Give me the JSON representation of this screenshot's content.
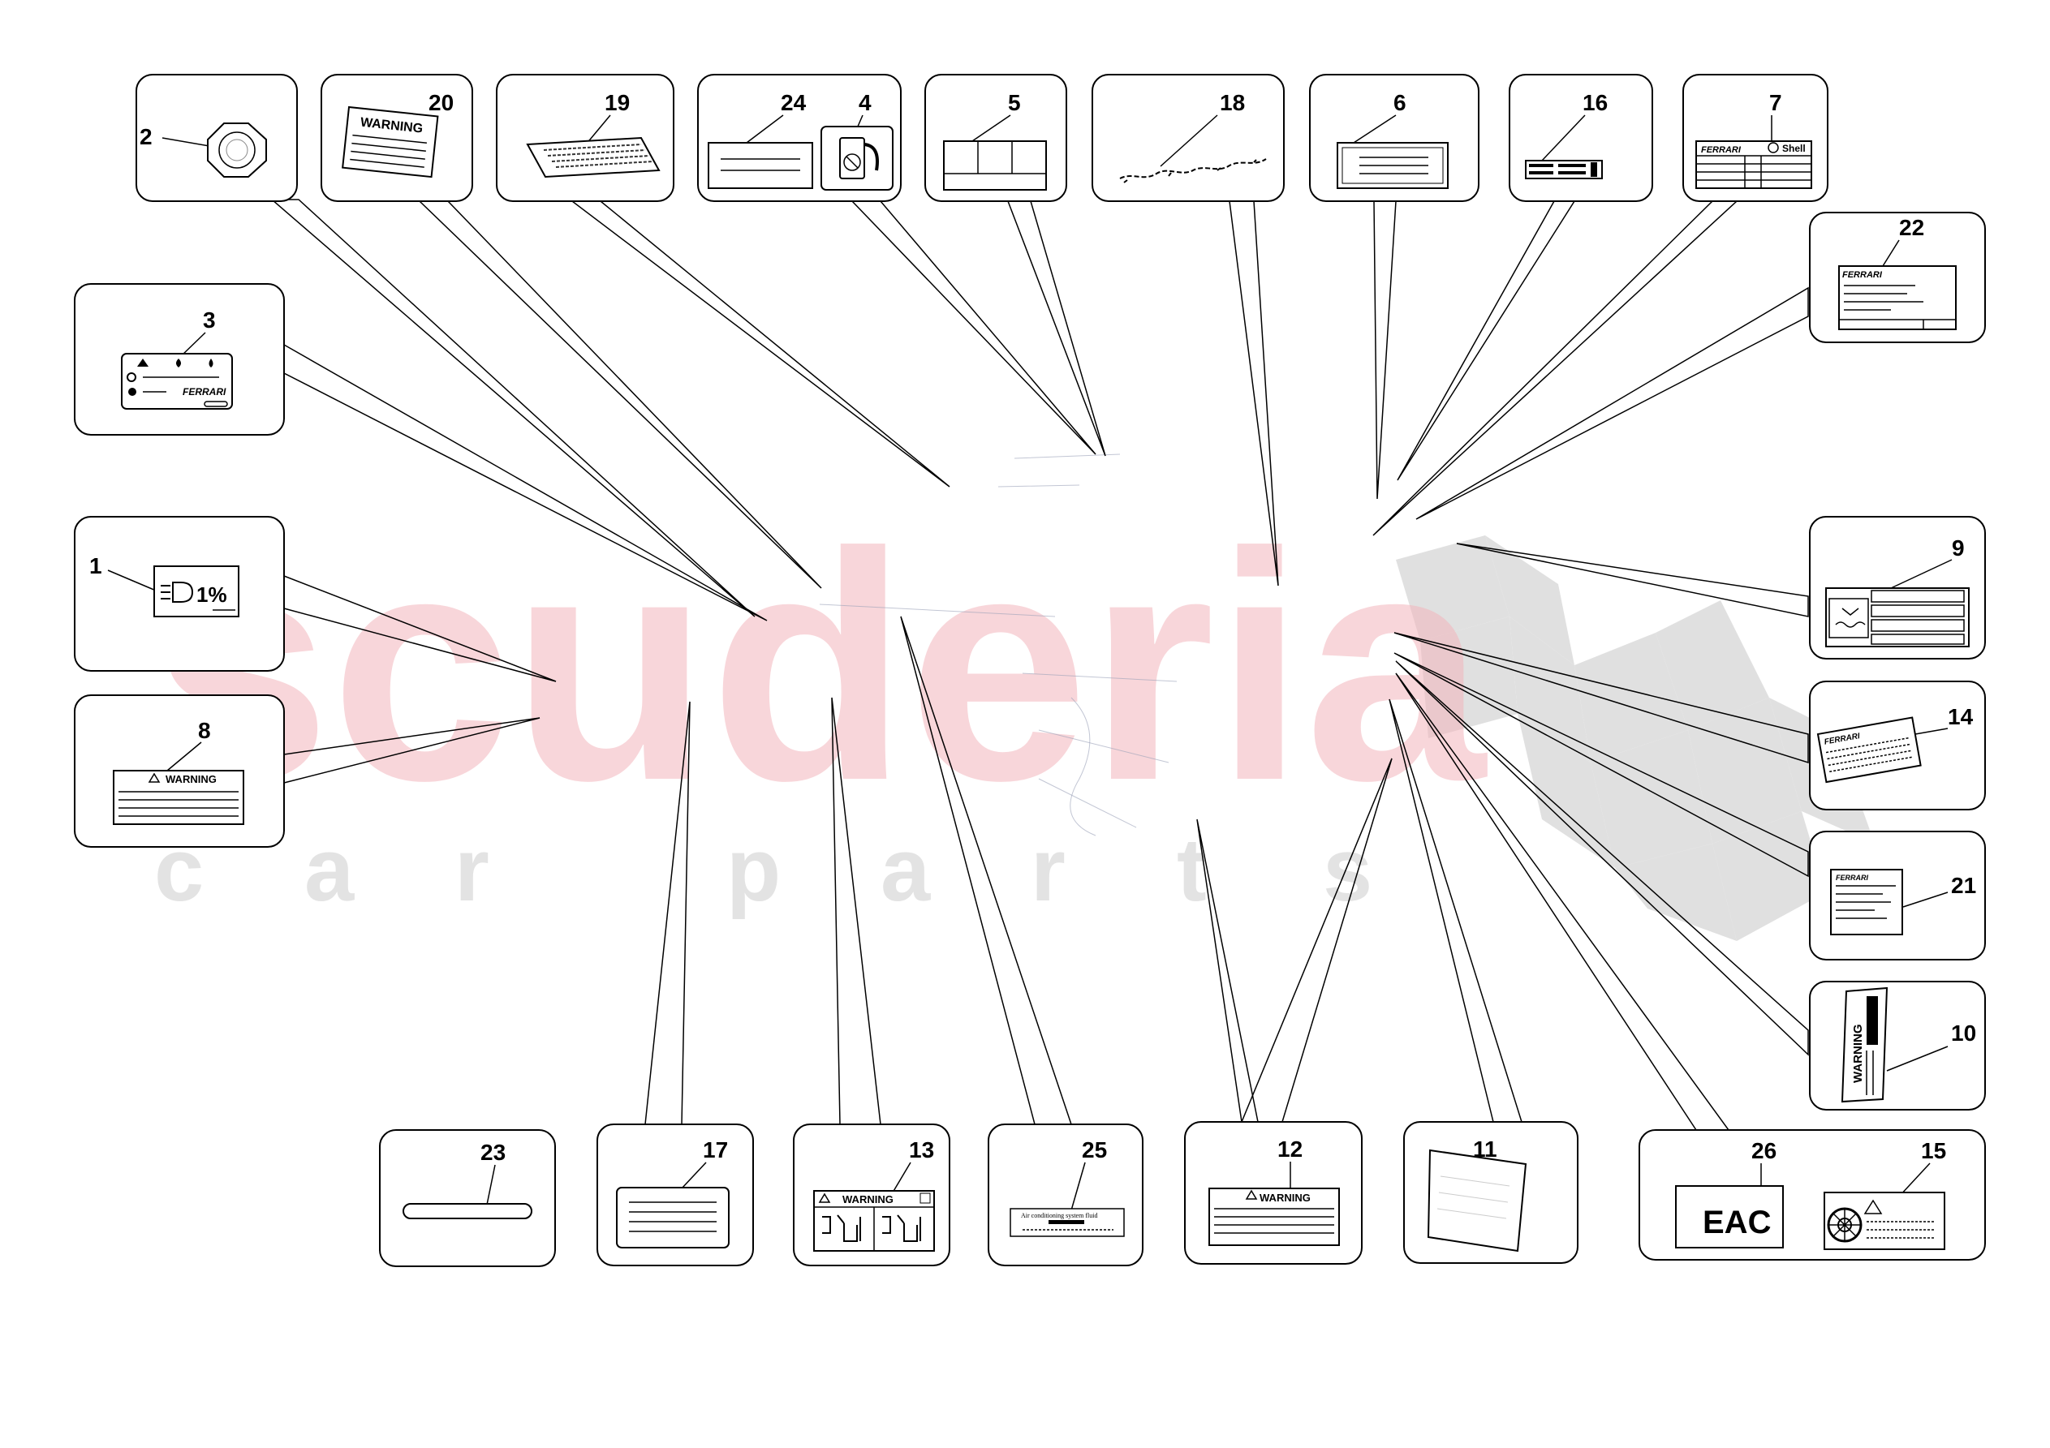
{
  "watermark": {
    "main": "scuderia",
    "sub_letters": [
      "c",
      "a",
      "r",
      "p",
      "a",
      "r",
      "t",
      "s"
    ]
  },
  "callouts": {
    "c1": {
      "number": "1",
      "text": "1%"
    },
    "c2": {
      "number": "2"
    },
    "c3": {
      "number": "3",
      "brand": "FERRARI"
    },
    "c4": {
      "number": "4"
    },
    "c5": {
      "number": "5"
    },
    "c6": {
      "number": "6"
    },
    "c7": {
      "number": "7",
      "brand": "FERRARI",
      "shell": "Shell"
    },
    "c8": {
      "number": "8",
      "warning": "WARNING"
    },
    "c9": {
      "number": "9"
    },
    "c10": {
      "number": "10",
      "warning": "WARNING"
    },
    "c11": {
      "number": "11"
    },
    "c12": {
      "number": "12",
      "warning": "WARNING"
    },
    "c13": {
      "number": "13",
      "warning": "WARNING"
    },
    "c14": {
      "number": "14",
      "brand": "FERRARI"
    },
    "c15": {
      "number": "15"
    },
    "c16": {
      "number": "16"
    },
    "c17": {
      "number": "17"
    },
    "c18": {
      "number": "18"
    },
    "c19": {
      "number": "19"
    },
    "c20": {
      "number": "20",
      "warning": "WARNING"
    },
    "c21": {
      "number": "21",
      "brand": "FERRARI"
    },
    "c22": {
      "number": "22",
      "brand": "FERRARI"
    },
    "c23": {
      "number": "23"
    },
    "c24": {
      "number": "24"
    },
    "c25": {
      "number": "25",
      "text": "Air conditioning system fluid"
    },
    "c26": {
      "number": "26",
      "mark": "EAC"
    }
  }
}
